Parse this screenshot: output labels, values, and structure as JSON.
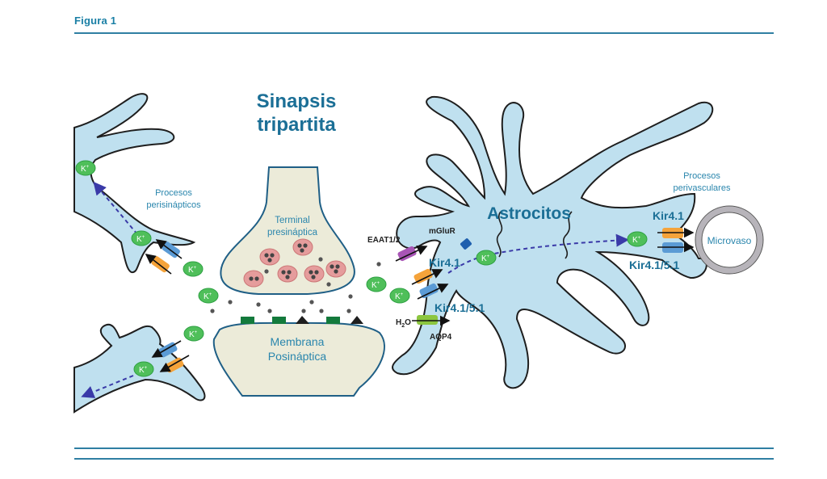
{
  "figure": {
    "label": "Figura 1",
    "title_line1": "Sinapsis",
    "title_line2": "tripartita"
  },
  "labels": {
    "perisynaptic_line1": "Procesos",
    "perisynaptic_line2": "perisinápticos",
    "presynaptic_line1": "Terminal",
    "presynaptic_line2": "presináptica",
    "postsynaptic_line1": "Membrana",
    "postsynaptic_line2": "Posináptica",
    "astrocytes": "Astrocitos",
    "perivascular_line1": "Procesos",
    "perivascular_line2": "perivasculares",
    "microvessel": "Microvaso",
    "eaat": "EAAT1/2",
    "mglur": "mGluR",
    "kir41_left": "Kir4.1",
    "kir4151_left": "Kir4.1/5.1",
    "water_h": "H",
    "water_sub": "2",
    "water_o": "O",
    "aqp4": "AQP4",
    "kir41_right": "Kir4.1",
    "kir4151_right": "Kir4.1/5.1",
    "ion": "K",
    "ion_charge": "+"
  },
  "colors": {
    "title_blue": "#1b6f96",
    "astrocyte_fill": "#bfe0ef",
    "neuron_fill": "#ecebd9",
    "potassium_ion": "#4fbf5a",
    "kir41_channel": "#f5a33a",
    "kir4151_channel": "#5b9bd5",
    "eaat_channel": "#a855b5",
    "aqp4_channel": "#8cc63f",
    "mglur_receptor": "#1f5fae",
    "flow_arrow": "#3a3aa8",
    "vessel_ring": "#b7b4ba"
  }
}
